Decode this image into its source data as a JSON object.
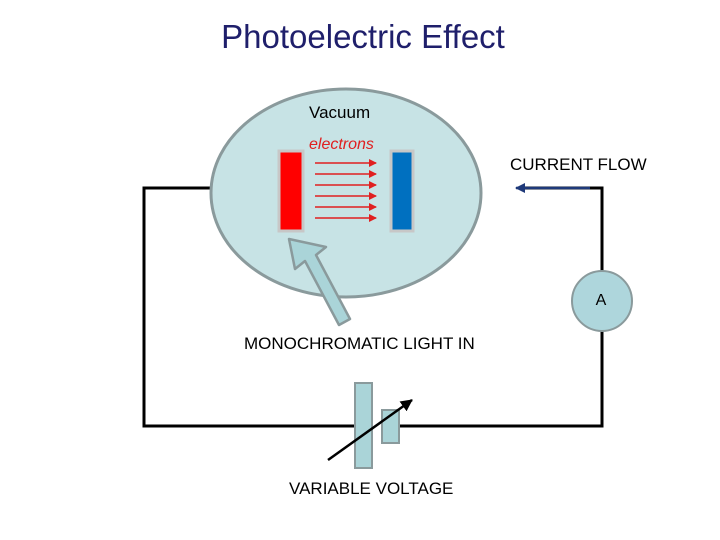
{
  "title": "Photoelectric Effect",
  "labels": {
    "vacuum": "Vacuum",
    "electrons": "electrons",
    "current_flow": "CURRENT FLOW",
    "ammeter": "A",
    "light_in": "MONOCHROMATIC LIGHT IN",
    "variable_voltage": "VARIABLE VOLTAGE"
  },
  "colors": {
    "title": "#1f1f6b",
    "circuit_wire": "#000000",
    "vacuum_tube_fill": "#c7e3e5",
    "vacuum_tube_border": "#8a9a9c",
    "emitter_plate": "#ff0000",
    "collector_plate": "#0070c0",
    "electron_arrows": "#e02020",
    "current_arrow": "#1f3a7a",
    "light_arrow": "#aad4d8",
    "ammeter_fill": "#aed6dc",
    "battery_fill": "#aad4d8"
  },
  "icons": {
    "electron_arrows": "right-arrow",
    "current_arrow": "left-arrow",
    "light_arrow": "up-left-arrow",
    "variable_indicator": "diagonal-arrow"
  }
}
